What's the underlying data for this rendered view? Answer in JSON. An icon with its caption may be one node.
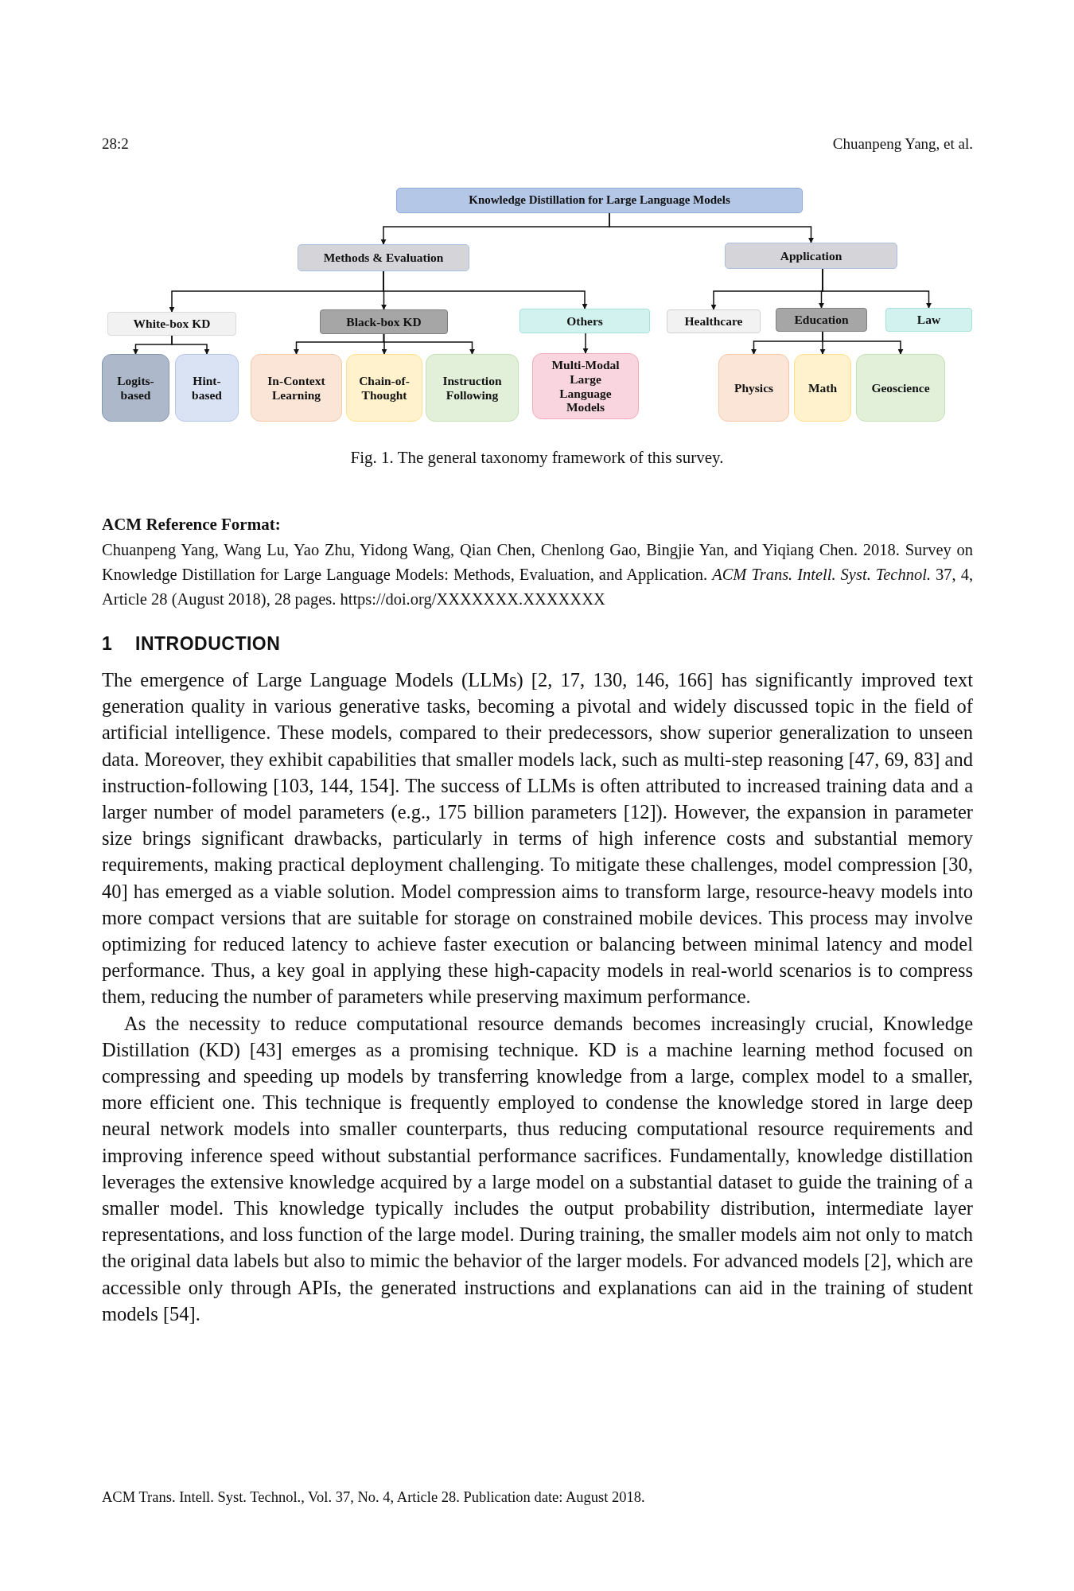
{
  "diagram": {
    "caption": "Fig. 1. The general taxonomy framework of this survey.",
    "nodes": [
      {
        "text": [
          "Knowledge Distillation for Large Language Models"
        ]
      },
      {
        "text": [
          "Methods & Evaluation"
        ]
      },
      {
        "text": [
          "Application"
        ]
      },
      {
        "text": [
          "White-box KD"
        ]
      },
      {
        "text": [
          "Black-box KD"
        ]
      },
      {
        "text": [
          "Others"
        ]
      },
      {
        "text": [
          "Healthcare"
        ]
      },
      {
        "text": [
          "Education"
        ]
      },
      {
        "text": [
          "Law"
        ]
      },
      {
        "text": [
          "Logits-based"
        ]
      },
      {
        "text": [
          "Hint-based"
        ]
      },
      {
        "text": [
          "In-Context Learning"
        ]
      },
      {
        "text": [
          "Chain-of-Thought"
        ]
      },
      {
        "text": [
          "Instruction Following"
        ]
      },
      {
        "text": [
          "Multi-Modal Large Language Models"
        ]
      },
      {
        "text": [
          "Physics"
        ]
      },
      {
        "text": [
          "Math"
        ]
      },
      {
        "text": [
          "Geoscience"
        ]
      }
    ],
    "edges": [
      {
        "from": 0,
        "to": 1,
        "arrow": "to"
      },
      {
        "from": 0,
        "to": 2,
        "arrow": "to"
      },
      {
        "from": 1,
        "to": 3,
        "arrow": "to"
      },
      {
        "from": 1,
        "to": 4,
        "arrow": "to"
      },
      {
        "from": 1,
        "to": 5,
        "arrow": "to"
      },
      {
        "from": 3,
        "to": 9,
        "arrow": "to"
      },
      {
        "from": 3,
        "to": 10,
        "arrow": "to"
      },
      {
        "from": 4,
        "to": 11,
        "arrow": "to"
      },
      {
        "from": 4,
        "to": 12,
        "arrow": "to"
      },
      {
        "from": 4,
        "to": 13,
        "arrow": "to"
      },
      {
        "from": 5,
        "to": 14,
        "arrow": "to"
      },
      {
        "from": 2,
        "to": 6,
        "arrow": "to"
      },
      {
        "from": 2,
        "to": 7,
        "arrow": "to"
      },
      {
        "from": 2,
        "to": 8,
        "arrow": "to"
      },
      {
        "from": 7,
        "to": 15,
        "arrow": "to"
      },
      {
        "from": 7,
        "to": 16,
        "arrow": "to"
      },
      {
        "from": 7,
        "to": 17,
        "arrow": "to"
      }
    ],
    "labels": [
      "28:2",
      "Chuanpeng Yang, et al.",
      "ACM Reference Format:",
      "Chuanpeng Yang, Wang Lu, Yao Zhu, Yidong Wang, Qian Chen, Chenlong Gao, Bingjie Yan, and Yiqiang Chen. 2018. Survey on Knowledge Distillation for Large Language Models: Methods, Evaluation, and Application. *ACM Trans. Intell. Syst. Technol.* 37, 4, Article 28 (August 2018), 28 pages. https://doi.org/XXXXXXX.XXXXXXX",
      "1",
      "INTRODUCTION",
      "The emergence of Large Language Models (LLMs) [2, 17, 130, 146, 166] has significantly improved text generation quality in various generative tasks, becoming a pivotal and widely discussed topic in the field of artificial intelligence. These models, compared to their predecessors, show superior generalization to unseen data. Moreover, they exhibit capabilities that smaller models lack, such as multi-step reasoning [47, 69, 83] and instruction-following [103, 144, 154]. The success of LLMs is often attributed to increased training data and a larger number of model parameters (e.g., 175 billion parameters [12]). However, the expansion in parameter size brings significant drawbacks, particularly in terms of high inference costs and substantial memory requirements, making practical deployment challenging. To mitigate these challenges, model compression [30, 40] has emerged as a viable solution. Model compression aims to transform large, resource-heavy models into more compact versions that are suitable for storage on constrained mobile devices. This process may involve optimizing for reduced latency to achieve faster execution or balancing between minimal latency and model performance. Thus, a key goal in applying these high-capacity models in real-world scenarios is to compress them, reducing the number of parameters while preserving maximum performance.",
      "As the necessity to reduce computational resource demands becomes increasingly crucial, Knowledge Distillation (KD) [43] emerges as a promising technique. KD is a machine learning method focused on compressing and speeding up models by transferring knowledge from a large, complex model to a smaller, more efficient one. This technique is frequently employed to condense the knowledge stored in large deep neural network models into smaller counterparts, thus reducing computational resource requirements and improving inference speed without substantial performance sacrifices. Fundamentally, knowledge distillation leverages the extensive knowledge acquired by a large model on a substantial dataset to guide the training of a smaller model. This knowledge typically includes the output probability distribution, intermediate layer representations, and loss function of the large model. During training, the smaller models aim not only to match the original data labels but also to mimic the behavior of the larger models. For advanced models [2], which are accessible only through APIs, the generated instructions and explanations can aid in the training of student models [54].",
      "ACM Trans. Intell. Syst. Technol., Vol. 37, No. 4, Article 28. Publication date: August 2018."
    ]
  }
}
